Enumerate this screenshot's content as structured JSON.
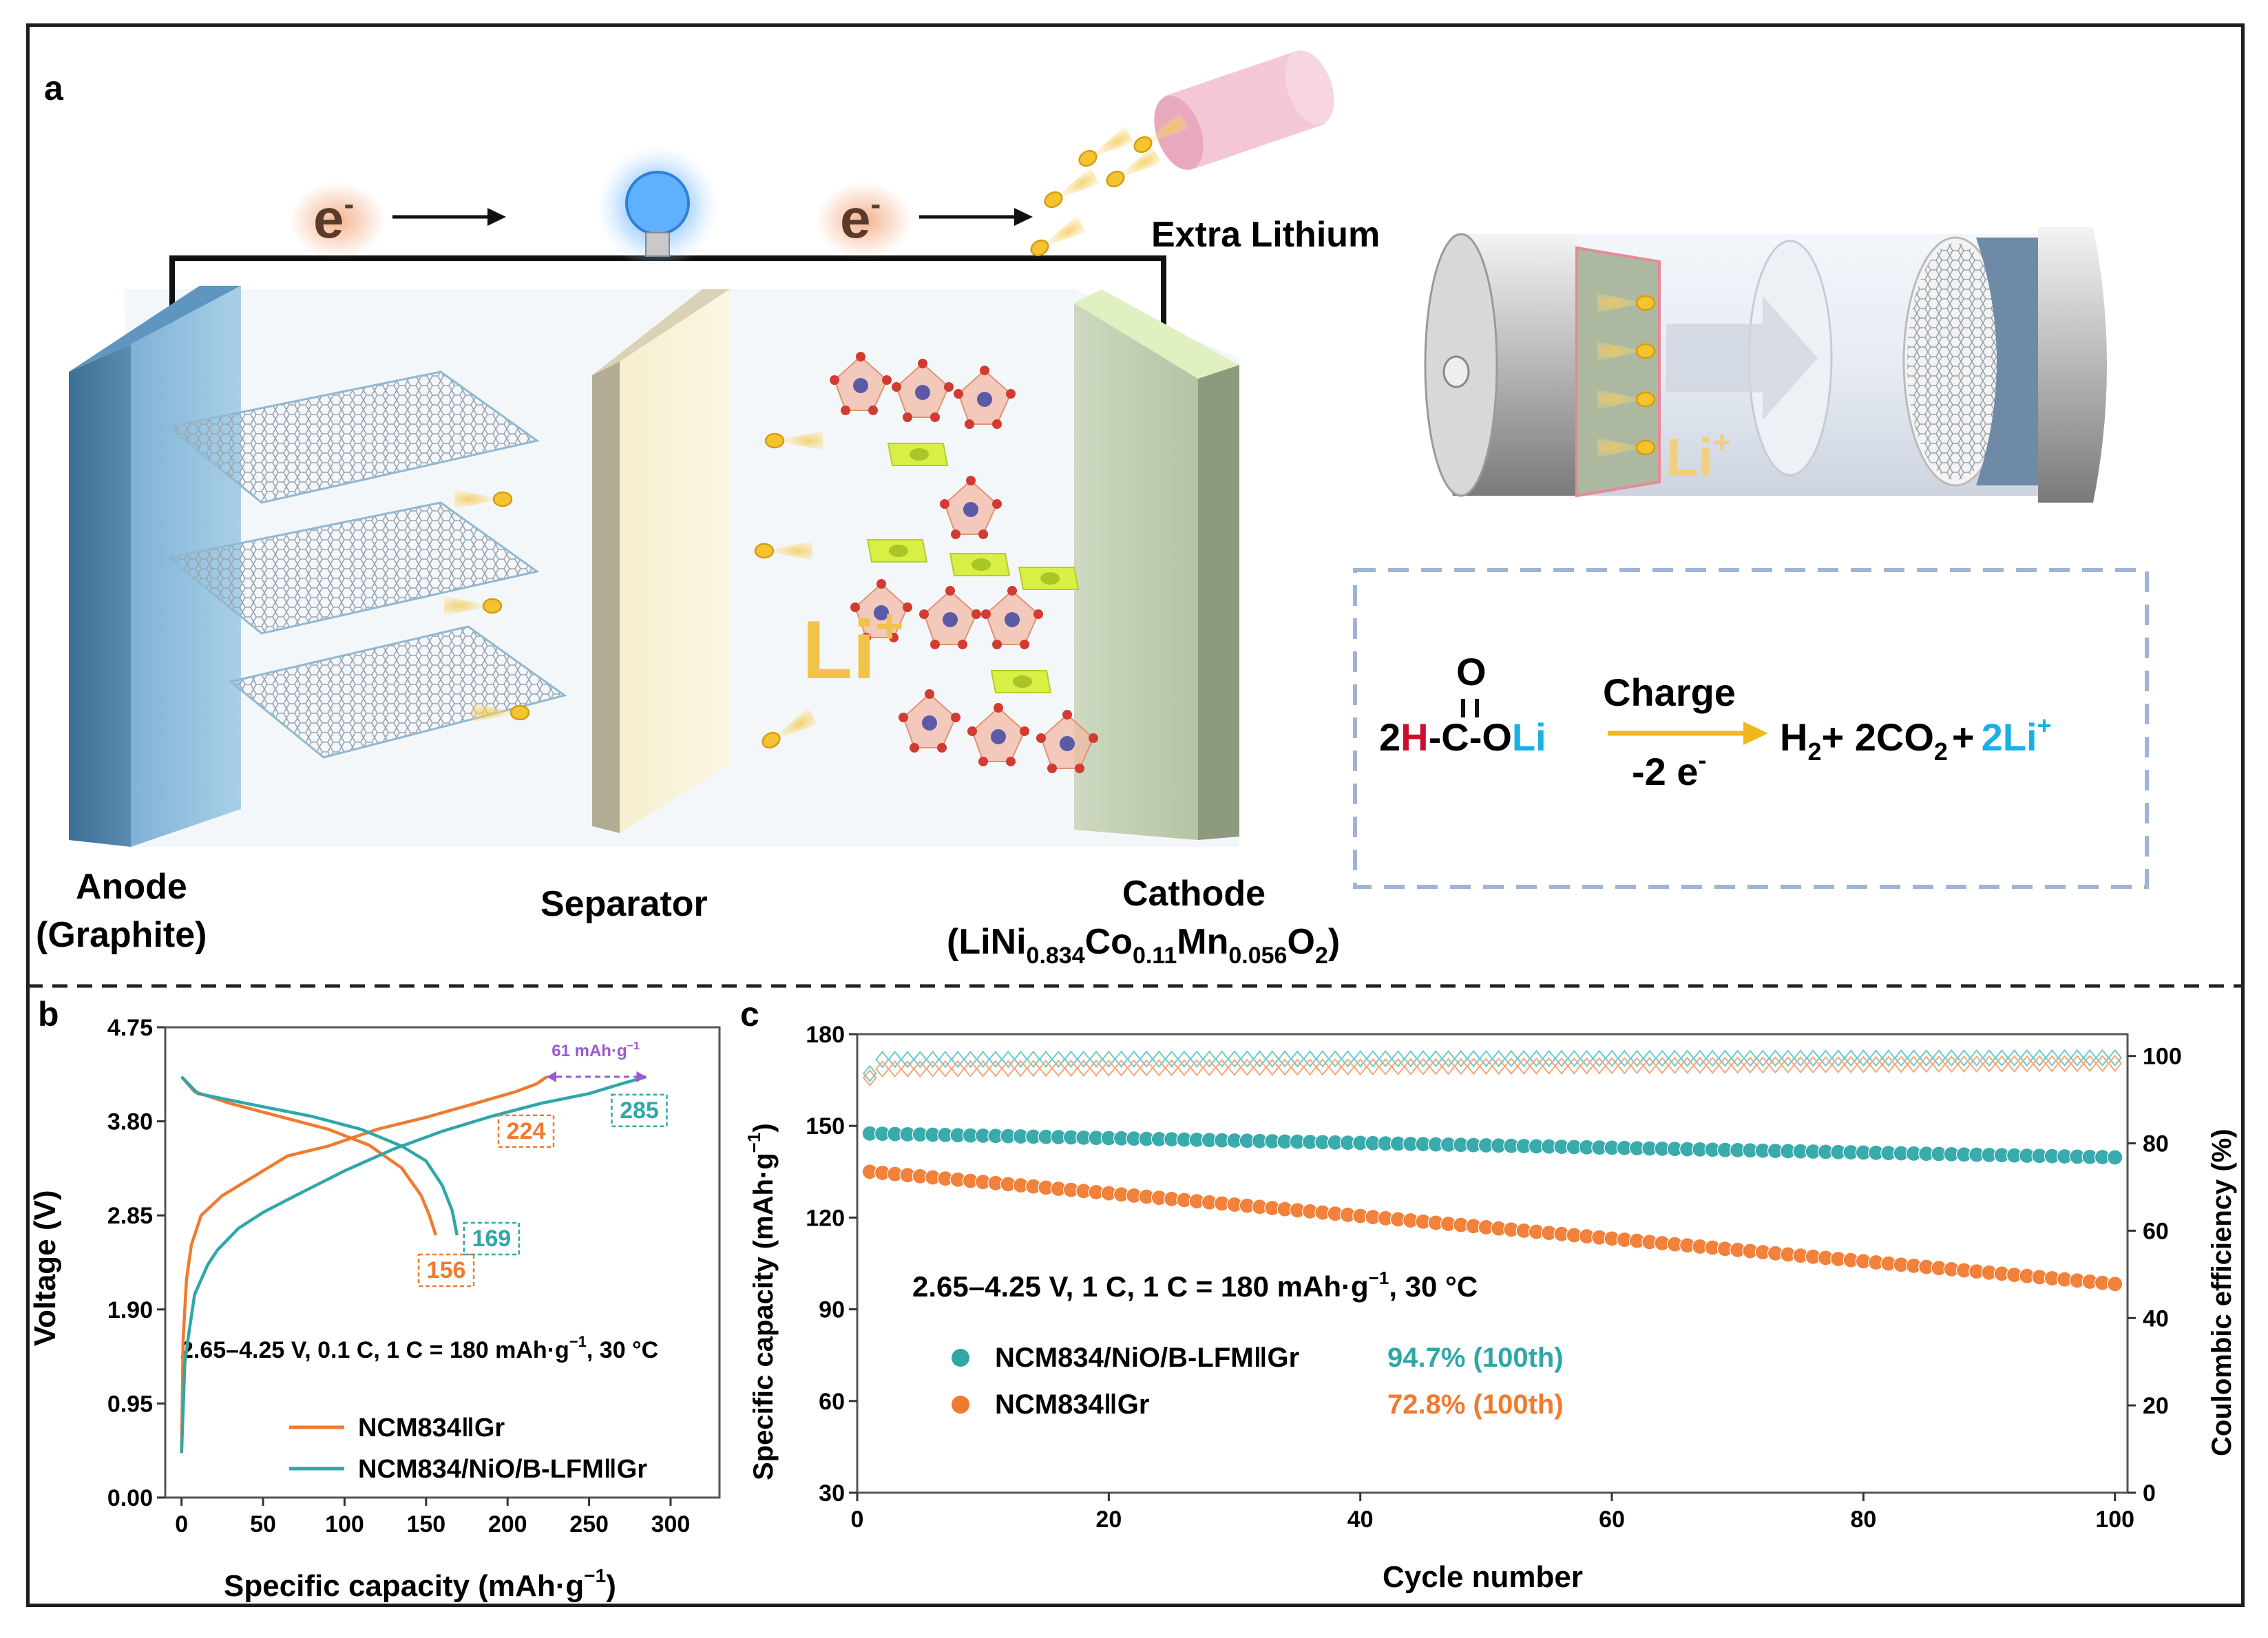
{
  "panels": {
    "a": {
      "label": "a",
      "electron_left": "e",
      "electron_right": "e",
      "electron_sup": "-",
      "extra_lithium": "Extra Lithium",
      "li_ion": "Li",
      "li_ion_sup": "+",
      "anode_line1": "Anode",
      "anode_line2": "(Graphite)",
      "separator": "Separator",
      "cathode_line1": "Cathode",
      "cathode_formula": {
        "open": "(LiNi",
        "ni_sub": "0.834",
        "co": "Co",
        "co_sub": "0.11",
        "mn": "Mn",
        "mn_sub": "0.056",
        "o": "O",
        "o_sub": "2",
        "close": ")"
      },
      "cell_li": "Li",
      "cell_li_sup": "+",
      "reaction": {
        "carbonyl_o": "O",
        "r_2": "2",
        "r_h": "H",
        "r_c": "-C-O",
        "r_li": "Li",
        "above_arrow": "Charge",
        "below_arrow": "-2 e",
        "below_arrow_sup": "-",
        "p_h": "H",
        "p_h_sub": "2",
        "plus1": "+ 2CO",
        "co2_sub": "2",
        "plus2": "+",
        "p_li": "2Li",
        "p_li_sup": "+"
      },
      "colors": {
        "h_red": "#c8102e",
        "li_blue": "#1ab0e6",
        "arrow_gold": "#f0b81c",
        "li_gold": "#f2c34a"
      }
    },
    "b": {
      "label": "b",
      "condition": "2.65–4.25 V, 0.1 C, 1 C = 180 mAh·g",
      "condition_sup": "−1",
      "condition_tail": ", 30 °C",
      "xlabel_main": "Specific capacity (mAh·g",
      "xlabel_sup": "−1",
      "xlabel_close": ")",
      "ylabel": "Voltage (V)",
      "gap_label": "61 mAh·g",
      "gap_sup": "−1",
      "annotations": {
        "ncm_charge": "224",
        "ncm_discharge": "156",
        "nio_charge": "285",
        "nio_discharge": "169"
      },
      "legend": [
        "NCM834ǁGr",
        "NCM834/NiO/B-LFMǁGr"
      ]
    },
    "c": {
      "label": "c",
      "condition": "2.65–4.25 V, 1 C, 1 C = 180 mAh·g",
      "condition_sup": "−1",
      "condition_tail": ", 30 °C",
      "xlabel": "Cycle number",
      "ylabel_left_main": "Specific capacity (mAh·g",
      "ylabel_left_sup": "−1",
      "ylabel_left_close": ")",
      "ylabel_right": "Coulombic efficiency (%)",
      "legend": [
        {
          "name": "NCM834/NiO/B-LFMǁGr",
          "retention": "94.7% (100th)"
        },
        {
          "name": "NCM834ǁGr",
          "retention": "72.8% (100th)"
        }
      ]
    }
  },
  "chart_data": [
    {
      "type": "line",
      "panel": "b",
      "xlabel": "Specific capacity (mAh·g−1)",
      "ylabel": "Voltage (V)",
      "xlim": [
        -10,
        330
      ],
      "ylim": [
        0,
        4.75
      ],
      "xticks": [
        0,
        50,
        100,
        150,
        200,
        250,
        300
      ],
      "yticks": [
        0.0,
        0.95,
        1.9,
        2.85,
        3.8,
        4.75
      ],
      "ytick_labels": [
        "0.00",
        "0.95",
        "1.90",
        "2.85",
        "3.80",
        "4.75"
      ],
      "series": [
        {
          "name": "NCM834ǁGr",
          "color": "#f07a30",
          "charge": [
            [
              0,
              0.45
            ],
            [
              1,
              1.6
            ],
            [
              3,
              2.2
            ],
            [
              6,
              2.55
            ],
            [
              12,
              2.85
            ],
            [
              25,
              3.05
            ],
            [
              45,
              3.25
            ],
            [
              65,
              3.45
            ],
            [
              90,
              3.55
            ],
            [
              120,
              3.72
            ],
            [
              150,
              3.84
            ],
            [
              180,
              3.98
            ],
            [
              205,
              4.1
            ],
            [
              218,
              4.18
            ],
            [
              224,
              4.25
            ]
          ],
          "discharge": [
            [
              0,
              4.25
            ],
            [
              8,
              4.1
            ],
            [
              30,
              3.98
            ],
            [
              60,
              3.85
            ],
            [
              90,
              3.72
            ],
            [
              115,
              3.56
            ],
            [
              135,
              3.33
            ],
            [
              147,
              3.05
            ],
            [
              152,
              2.85
            ],
            [
              156,
              2.65
            ]
          ]
        },
        {
          "name": "NCM834/NiO/B-LFMǁGr",
          "color": "#2fa7a8",
          "charge": [
            [
              0,
              0.45
            ],
            [
              2,
              1.35
            ],
            [
              4,
              1.6
            ],
            [
              8,
              2.05
            ],
            [
              12,
              2.2
            ],
            [
              16,
              2.35
            ],
            [
              22,
              2.5
            ],
            [
              35,
              2.72
            ],
            [
              50,
              2.88
            ],
            [
              70,
              3.05
            ],
            [
              100,
              3.3
            ],
            [
              130,
              3.52
            ],
            [
              160,
              3.7
            ],
            [
              190,
              3.85
            ],
            [
              220,
              3.98
            ],
            [
              250,
              4.08
            ],
            [
              270,
              4.18
            ],
            [
              285,
              4.25
            ]
          ],
          "discharge": [
            [
              0,
              4.25
            ],
            [
              10,
              4.08
            ],
            [
              40,
              3.98
            ],
            [
              80,
              3.85
            ],
            [
              110,
              3.72
            ],
            [
              135,
              3.55
            ],
            [
              150,
              3.4
            ],
            [
              160,
              3.15
            ],
            [
              166,
              2.9
            ],
            [
              169,
              2.65
            ]
          ]
        }
      ],
      "annotations": [
        {
          "text": "224",
          "x": 224,
          "y": 4.25
        },
        {
          "text": "285",
          "x": 285,
          "y": 4.25
        },
        {
          "text": "156",
          "x": 156,
          "y": 2.65
        },
        {
          "text": "169",
          "x": 169,
          "y": 2.65
        }
      ]
    },
    {
      "type": "scatter",
      "panel": "c",
      "xlabel": "Cycle number",
      "ylabel": "Specific capacity (mAh·g−1)",
      "ylabel_right": "Coulombic efficiency (%)",
      "xlim": [
        0,
        101
      ],
      "ylim": [
        30,
        180
      ],
      "ylim_right": [
        0,
        105
      ],
      "xticks": [
        0,
        20,
        40,
        60,
        80,
        100
      ],
      "yticks": [
        30,
        60,
        90,
        120,
        150,
        180
      ],
      "yticks_right": [
        0,
        20,
        40,
        60,
        80,
        100
      ],
      "series": [
        {
          "name": "NCM834/NiO/B-LFMǁGr",
          "axis": "left",
          "color": "#2fa7a8",
          "start": 147.5,
          "end": 139.7,
          "n": 100
        },
        {
          "name": "NCM834ǁGr",
          "axis": "left",
          "color": "#f07a30",
          "start": 135.0,
          "end": 98.3,
          "n": 100
        },
        {
          "name": "NCM834/NiO/B-LFMǁGr",
          "axis": "right",
          "marker": "diamond",
          "color": "#6ec9cc",
          "start": 99.2,
          "end": 99.6,
          "first": 96.0,
          "n": 100
        },
        {
          "name": "NCM834ǁGr",
          "axis": "right",
          "marker": "diamond",
          "color": "#f3a77a",
          "start": 97.0,
          "end": 98.3,
          "first": 95.0,
          "n": 100
        }
      ]
    }
  ]
}
